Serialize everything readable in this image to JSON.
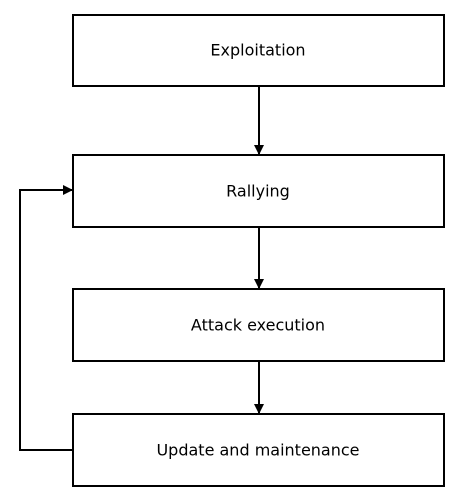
{
  "diagram": {
    "nodes": [
      {
        "id": "exploitation",
        "label": "Exploitation"
      },
      {
        "id": "rallying",
        "label": "Rallying"
      },
      {
        "id": "attack-execution",
        "label": "Attack execution"
      },
      {
        "id": "update-maintenance",
        "label": "Update and maintenance"
      }
    ],
    "edges": [
      {
        "from": "exploitation",
        "to": "rallying"
      },
      {
        "from": "rallying",
        "to": "attack-execution"
      },
      {
        "from": "attack-execution",
        "to": "update-maintenance"
      },
      {
        "from": "update-maintenance",
        "to": "rallying"
      }
    ]
  }
}
